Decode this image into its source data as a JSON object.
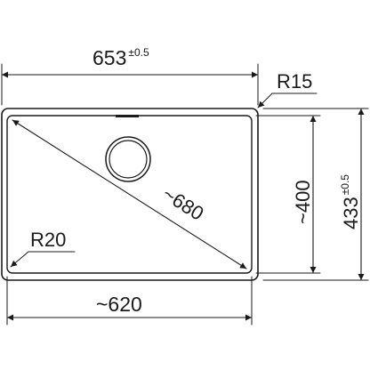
{
  "dimensions": {
    "top_width": {
      "value": "653",
      "tolerance": "±0.5"
    },
    "corner_radius_outer": "R15",
    "right_height": {
      "value": "433",
      "tolerance": "±0.5"
    },
    "inner_height": "~400",
    "diagonal": "~680",
    "corner_radius_inner": "R20",
    "bottom_width": "~620"
  }
}
